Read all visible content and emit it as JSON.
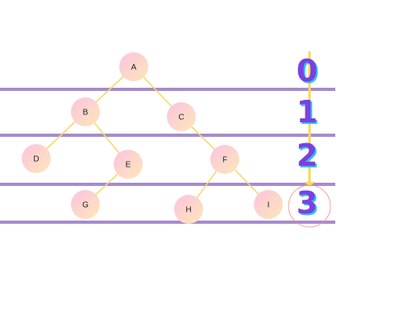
{
  "diagram": {
    "type": "tree-level-diagram",
    "nodes": [
      {
        "id": "A",
        "label": "A",
        "level": 0
      },
      {
        "id": "B",
        "label": "B",
        "level": 1
      },
      {
        "id": "C",
        "label": "C",
        "level": 1
      },
      {
        "id": "D",
        "label": "D",
        "level": 2
      },
      {
        "id": "E",
        "label": "E",
        "level": 2
      },
      {
        "id": "F",
        "label": "F",
        "level": 2
      },
      {
        "id": "G",
        "label": "G",
        "level": 3
      },
      {
        "id": "H",
        "label": "H",
        "level": 3
      },
      {
        "id": "I",
        "label": "I",
        "level": 3
      }
    ],
    "edges": [
      {
        "from": "A",
        "to": "B"
      },
      {
        "from": "A",
        "to": "C"
      },
      {
        "from": "B",
        "to": "D"
      },
      {
        "from": "B",
        "to": "E"
      },
      {
        "from": "C",
        "to": "F"
      },
      {
        "from": "E",
        "to": "G"
      },
      {
        "from": "F",
        "to": "H"
      },
      {
        "from": "F",
        "to": "I"
      }
    ],
    "levels": [
      "0",
      "1",
      "2",
      "3"
    ],
    "highlighted_level": "3",
    "colors": {
      "node_fill_start": "#fbc3e0",
      "node_fill_end": "#fde7b8",
      "edge": "#f7d86a",
      "level_line": "#a78bcc",
      "level_number": "#7b3fe4",
      "level_number_shadow": "#2ec4e8",
      "pointer": "#f9d94a",
      "highlight_ring": "#f08a8a"
    }
  }
}
